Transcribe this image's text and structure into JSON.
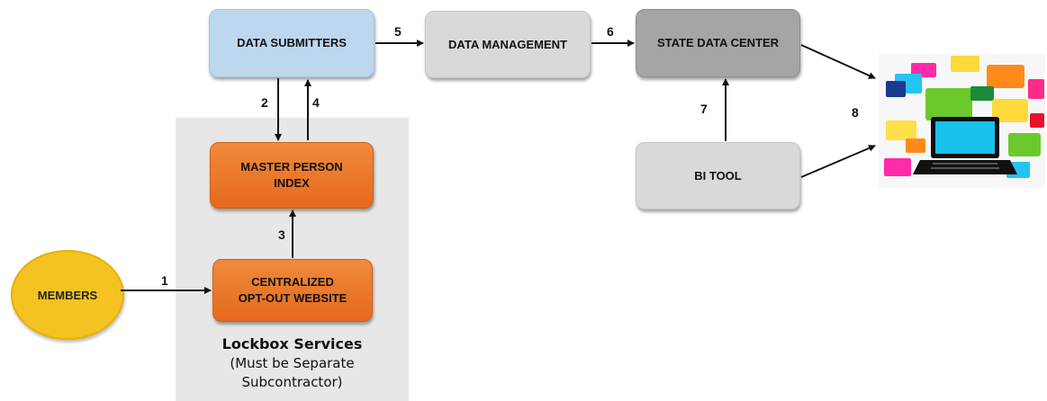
{
  "nodes": {
    "data_submitters": "DATA SUBMITTERS",
    "data_management": "DATA MANAGEMENT",
    "state_data_center": "STATE DATA CENTER",
    "master_person_index": [
      "MASTER PERSON",
      "INDEX"
    ],
    "centralized_opt_out": [
      "CENTRALIZED",
      "OPT-OUT WEBSITE"
    ],
    "members": "MEMBERS",
    "bi_tool": "BI TOOL"
  },
  "lockbox": {
    "title": "Lockbox Services",
    "subtitle_lines": [
      "(Must be Separate",
      "Subcontractor)"
    ]
  },
  "steps": [
    "1",
    "2",
    "3",
    "4",
    "5",
    "6",
    "7",
    "8"
  ],
  "colors": {
    "blue_box": "#bdd7ee",
    "gray_box": "#d9d9d9",
    "dark_box": "#a5a5a5",
    "orange_box": "#ed7d31",
    "members_circle": "#f4c321",
    "lockbox_panel": "#e7e7e8"
  },
  "graphic": {
    "icon": "laptop-chat-bubbles-icon"
  }
}
